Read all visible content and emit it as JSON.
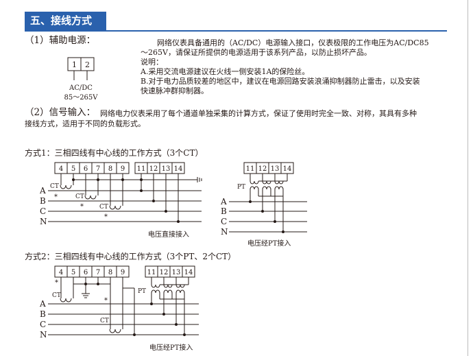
{
  "section_title": "五、接线方式",
  "aux_power": {
    "heading": "（1）辅助电源：",
    "desc_line1": "网络仪表具备通用的（AC/DC）电源输入接口，仪表极限的工作电压为AC/DC85",
    "desc_line2": "～265V，请保证所提供的电源适用于该系列产品，以防止损坏产品。",
    "note_label": "说明：",
    "note_a": "A.采用交流电源建议在火线一侧安装1A的保险丝。",
    "note_b1": "B.对于电力品质较差的地区中，建议在电源回路安装浪涌抑制器防止雷击，以及安装",
    "note_b2": "快速脉冲群抑制器。",
    "terminals": [
      "1",
      "2"
    ],
    "label_acdc": "AC/DC",
    "label_range": "85～265V"
  },
  "signal_input": {
    "heading": "（2）信号输入：",
    "desc_line1": "网络电力仪表采用了每个通道单独采集的计算方式，保证了使用时完全一致、对称，其具有多种",
    "desc_line2": "接线方式，适用于不同的负载形式。"
  },
  "method1": {
    "title": "方式1：三相四线有中心线的工作方式（3个CT）",
    "current_terminals": [
      "4",
      "5",
      "6",
      "7",
      "8",
      "9"
    ],
    "voltage_terminals": [
      "11",
      "12",
      "13",
      "14"
    ],
    "pt_terminals": [
      "11",
      "12",
      "13",
      "14"
    ],
    "phases": [
      "A",
      "B",
      "C",
      "N"
    ],
    "ct_label": "CT",
    "pt_label": "PT",
    "star": "*",
    "caption_direct": "电压直接接入",
    "caption_pt": "电压经PT接入"
  },
  "method2": {
    "title": "方式2：三相四线有中心线的工作方式（3个PT、2个CT）",
    "current_terminals": [
      "4",
      "5",
      "6",
      "7",
      "8",
      "9"
    ],
    "pt_terminals": [
      "11",
      "12",
      "13",
      "14"
    ],
    "phases": [
      "A",
      "B",
      "C",
      "N"
    ],
    "ct_label": "CT",
    "pt_label": "PT",
    "star": "*",
    "caption_pt": "电压经PT接入"
  }
}
